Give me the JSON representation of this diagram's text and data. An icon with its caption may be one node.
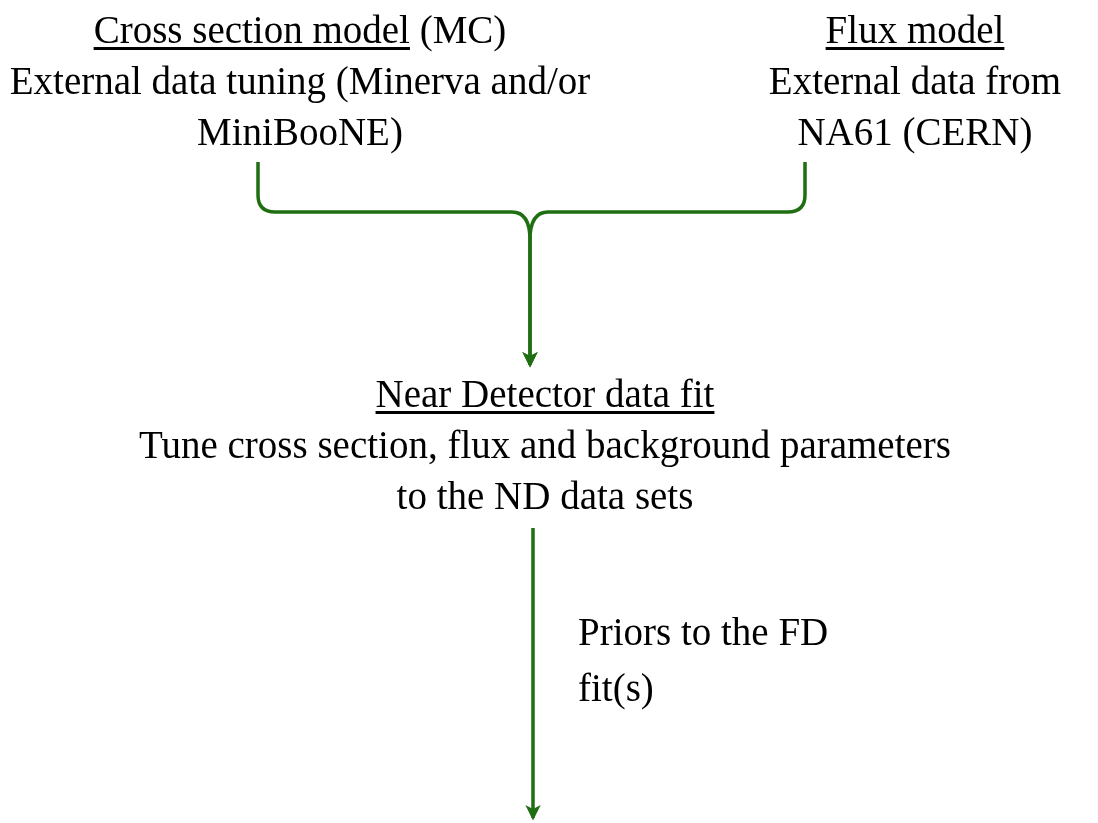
{
  "diagram": {
    "nodes": [
      {
        "text": [
          "Cross section model",
          "(MC)",
          "External data tuning (Minerva and/or MiniBooNE)"
        ]
      },
      {
        "text": [
          "Flux model",
          "External data from NA61 (CERN)"
        ]
      },
      {
        "text": [
          "Near Detector data fit",
          "Tune cross section, flux and background parameters to the ND data sets"
        ]
      }
    ],
    "edges": [
      {
        "from": 0,
        "to": 2,
        "arrow": "to"
      },
      {
        "from": 1,
        "to": 2,
        "arrow": "to"
      },
      {
        "from": 2,
        "to": null,
        "arrow": "to",
        "label": "Priors to the FD fit(s)"
      }
    ]
  }
}
